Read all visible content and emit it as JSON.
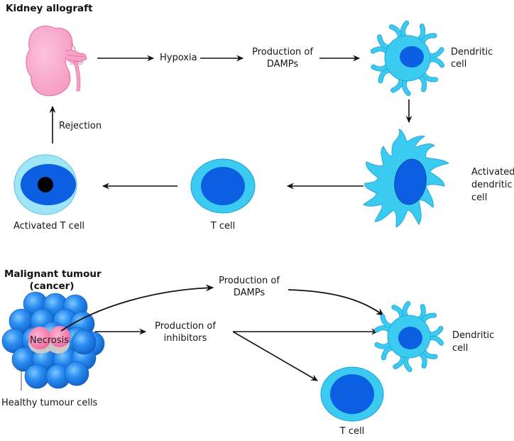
{
  "diagram": {
    "type": "immunology-flow-diagram",
    "colors": {
      "arrow": "#111111",
      "kidney_pink": "#f7a3c8",
      "kidney_outline": "#e873a8",
      "cell_light_cyan": "#3ccbf0",
      "cell_pale_cyan": "#9ee6f7",
      "nucleus_blue": "#0c5fe0",
      "nucleus_dark": "#000000",
      "tumour_blue": "#1e7fe6",
      "necrosis_pink": "#f06aa0",
      "necrosis_gray": "#c9c9c9"
    },
    "top_panel": {
      "title": "Kidney allograft",
      "hypoxia": "Hypoxia",
      "damps_line1": "Production of",
      "damps_line2": "DAMPs",
      "dendritic_line1": "Dendritic",
      "dendritic_line2": "cell",
      "activated_dc_line1": "Activated",
      "activated_dc_line2": "dendritic",
      "activated_dc_line3": "cell",
      "t_cell": "T cell",
      "activated_t_cell": "Activated T cell",
      "rejection": "Rejection"
    },
    "bottom_panel": {
      "title_line1": "Malignant tumour",
      "title_line2": "(cancer)",
      "necrosis": "Necrosis",
      "healthy_cells": "Healthy tumour cells",
      "damps_line1": "Production of",
      "damps_line2": "DAMPs",
      "inhibitors_line1": "Production of",
      "inhibitors_line2": "inhibitors",
      "dendritic_line1": "Dendritic",
      "dendritic_line2": "cell",
      "t_cell": "T cell"
    }
  }
}
